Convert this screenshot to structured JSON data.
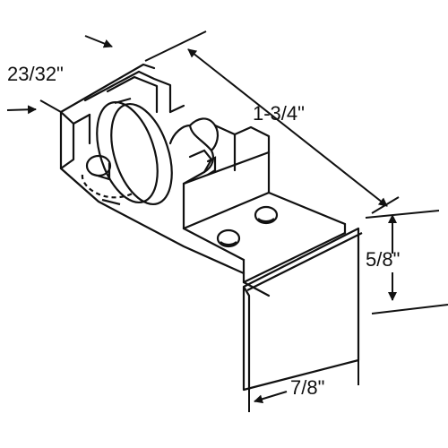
{
  "dimensions": {
    "depth": "23/32\"",
    "length": "1-3/4\"",
    "height": "5/8\"",
    "width": "7/8\""
  },
  "colors": {
    "line": "#111111",
    "background": "#ffffff"
  }
}
